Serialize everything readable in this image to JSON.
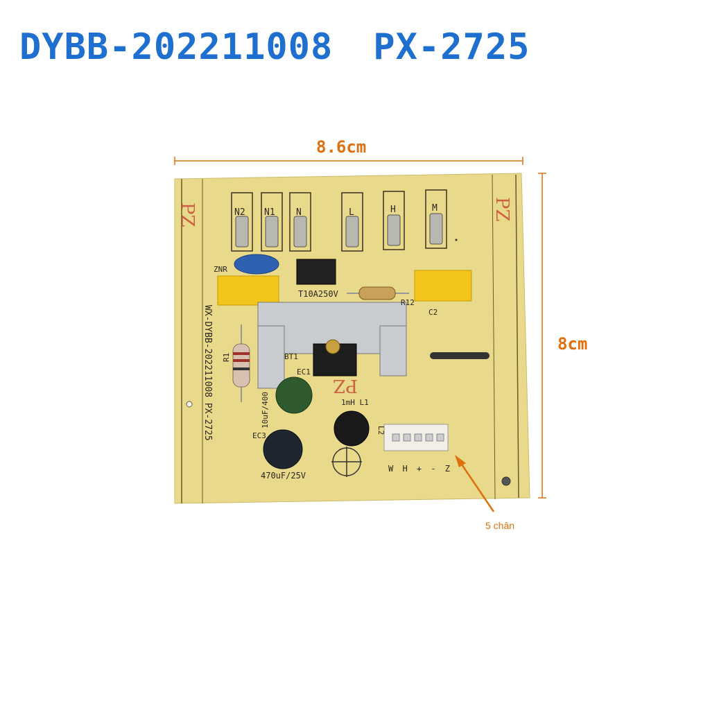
{
  "header": {
    "model": "DYBB-202211008",
    "part": "PX-2725"
  },
  "dimensions": {
    "width": "8.6cm",
    "height": "8cm"
  },
  "callout": {
    "pins": "5 chân"
  },
  "board": {
    "terminals": [
      "N2",
      "N1",
      "N",
      "L",
      "H",
      "M"
    ],
    "silk_side_left": "PZ",
    "silk_side_right": "PZ",
    "silk_center": "PZ",
    "pcb_code": "WX-DYBB-202211008 PX-2725",
    "labels": {
      "znr": "ZNR",
      "fuse": "T10A250V",
      "r12": "R12",
      "c2": "C2",
      "bt1": "BT1",
      "r1": "R1",
      "ec1": "EC1",
      "ec1_val": "10uF/400",
      "ec3": "EC3",
      "ec3_val": "470uF/25V",
      "l1": "1mH L1",
      "l2": "L2",
      "connector_pins": "W H + - Z"
    },
    "colors": {
      "pcb": "#e9d98a",
      "capacitor_yellow": "#f3c51b",
      "varistor_blue": "#2e62b0",
      "accent": "#e0700e",
      "title_blue": "#1f6fd1"
    }
  }
}
